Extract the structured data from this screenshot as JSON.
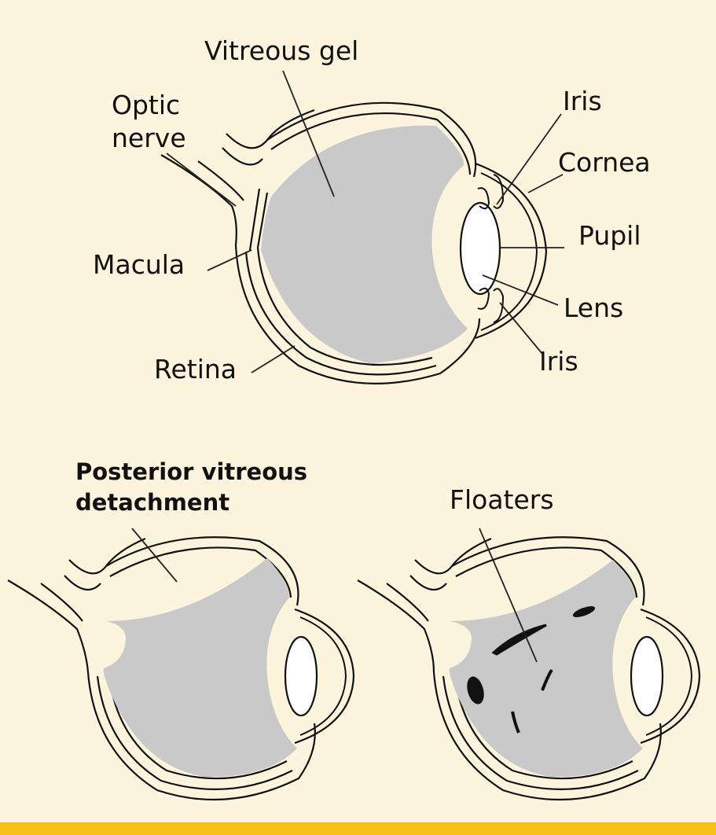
{
  "labels": {
    "vitreous_gel": "Vitreous gel",
    "optic_nerve_1": "Optic",
    "optic_nerve_2": "nerve",
    "iris_top": "Iris",
    "cornea": "Cornea",
    "pupil": "Pupil",
    "macula": "Macula",
    "lens": "Lens",
    "iris_bottom": "Iris",
    "retina": "Retina",
    "pvd_1": "Posterior vitreous",
    "pvd_2": "detachment",
    "floaters": "Floaters"
  },
  "colors": {
    "background": "#fcf4dc",
    "vitreous": "#c9c9c9",
    "outline": "#111111",
    "accent_bar": "#f7c018"
  }
}
